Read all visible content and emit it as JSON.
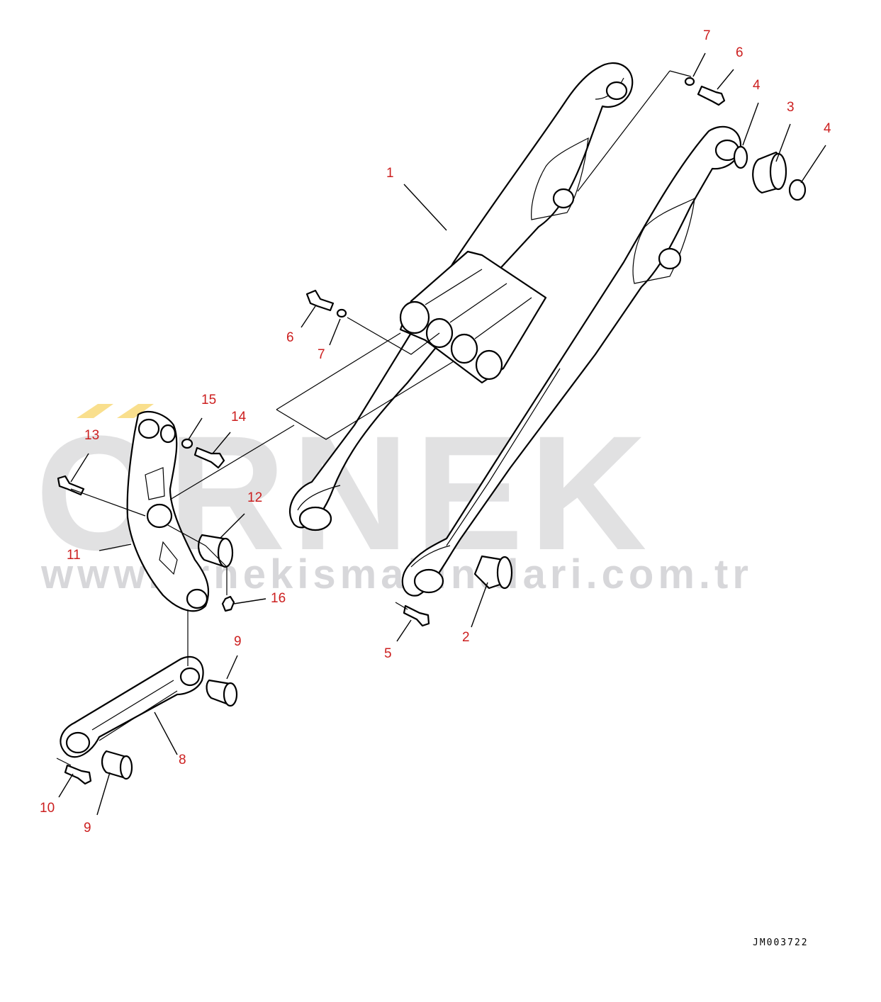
{
  "watermark": {
    "brand_text": "ORNEK",
    "url_text": "www.ornekismakinalari.com.tr",
    "brand_color": "#c9c9cc",
    "accent_color": "#f4c430"
  },
  "drawing_code": "JM003722",
  "callouts": {
    "boom": "1",
    "bushing_lower": "2",
    "bushing_upper": "3",
    "shim_a": "4",
    "shim_b": "4",
    "bolt_lower_right": "5",
    "bolt_top_right": "6",
    "bolt_mid": "6",
    "washer_top_right": "7",
    "washer_mid": "7",
    "link_arm": "8",
    "bushing_link_a": "9",
    "bushing_link_b": "9",
    "bolt_link": "10",
    "lever": "11",
    "bushing_lever": "12",
    "bolt_lever": "13",
    "bolt_lever_top": "14",
    "washer_lever": "15",
    "grease_nipple": "16"
  },
  "colors": {
    "callout": "#cc1f1f",
    "line": "#000000"
  }
}
